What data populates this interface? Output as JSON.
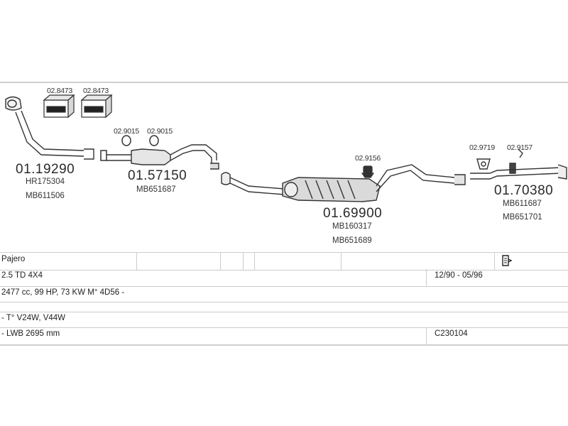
{
  "diagram": {
    "groups": [
      {
        "part": "01.19290",
        "refs": [
          "HR175304",
          "MB611506"
        ]
      },
      {
        "part": "01.57150",
        "refs": [
          "MB651687"
        ]
      },
      {
        "part": "01.69900",
        "refs": [
          "MB160317",
          "MB651689"
        ]
      },
      {
        "part": "01.70380",
        "refs": [
          "MB611687",
          "MB651701"
        ]
      }
    ],
    "accessories": [
      "02.8473",
      "02.8473",
      "02.9015",
      "02.9015",
      "02.9156",
      "02.9719",
      "02.9157"
    ]
  },
  "table": {
    "model": "Pajero",
    "engine": "2.5 TD 4X4",
    "years": "12/90 - 05/96",
    "spec": "2477 cc, 99 HP, 73 KW M° 4D56 -",
    "type": "- T° V24W, V44W",
    "body": "- LWB 2695 mm",
    "code": "C230104"
  }
}
